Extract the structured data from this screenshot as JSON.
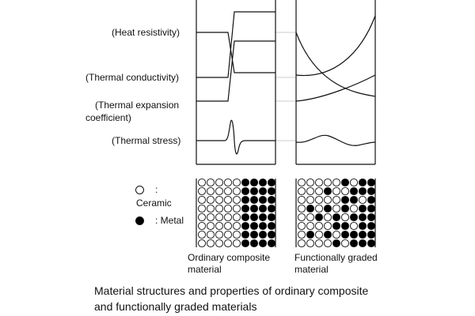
{
  "property_labels": {
    "heat_resistivity": "(Heat resistivity)",
    "thermal_conductivity": "(Thermal conductivity)",
    "thermal_expansion_line1": "(Thermal expansion",
    "thermal_expansion_line2": "coefficient)",
    "thermal_stress": "(Thermal stress)"
  },
  "legend": {
    "ceramic_colon": ":",
    "ceramic_label": "Ceramic",
    "metal_label": ": Metal"
  },
  "panels": {
    "ordinary_line1": "Ordinary composite",
    "ordinary_line2": "material",
    "graded_line1": "Functionally graded",
    "graded_line2": "material"
  },
  "caption": {
    "line1": "Material structures and properties of ordinary composite",
    "line2": "and functionally graded materials"
  },
  "colors": {
    "ink": "#111111",
    "guide": "#bbbbbb",
    "ceramic": "#ffffff",
    "metal": "#000000"
  },
  "grids": {
    "ordinary": [
      [
        0,
        0,
        0,
        0,
        0,
        1,
        1,
        1,
        1
      ],
      [
        0,
        0,
        0,
        0,
        0,
        1,
        1,
        1,
        1
      ],
      [
        0,
        0,
        0,
        0,
        0,
        1,
        1,
        1,
        1
      ],
      [
        0,
        0,
        0,
        0,
        0,
        1,
        1,
        1,
        1
      ],
      [
        0,
        0,
        0,
        0,
        0,
        1,
        1,
        1,
        1
      ],
      [
        0,
        0,
        0,
        0,
        0,
        1,
        1,
        1,
        1
      ],
      [
        0,
        0,
        0,
        0,
        0,
        1,
        1,
        1,
        1
      ],
      [
        0,
        0,
        0,
        0,
        0,
        1,
        1,
        1,
        1
      ]
    ],
    "graded": [
      [
        0,
        0,
        0,
        0,
        0,
        1,
        0,
        1,
        1
      ],
      [
        0,
        0,
        0,
        1,
        0,
        0,
        1,
        1,
        1
      ],
      [
        0,
        0,
        0,
        0,
        0,
        1,
        1,
        0,
        1
      ],
      [
        0,
        1,
        0,
        1,
        0,
        1,
        0,
        1,
        1
      ],
      [
        0,
        0,
        1,
        0,
        1,
        0,
        1,
        1,
        1
      ],
      [
        0,
        0,
        0,
        0,
        1,
        1,
        0,
        1,
        1
      ],
      [
        0,
        1,
        0,
        1,
        0,
        1,
        1,
        1,
        1
      ],
      [
        0,
        0,
        0,
        0,
        1,
        0,
        1,
        1,
        1
      ]
    ]
  }
}
